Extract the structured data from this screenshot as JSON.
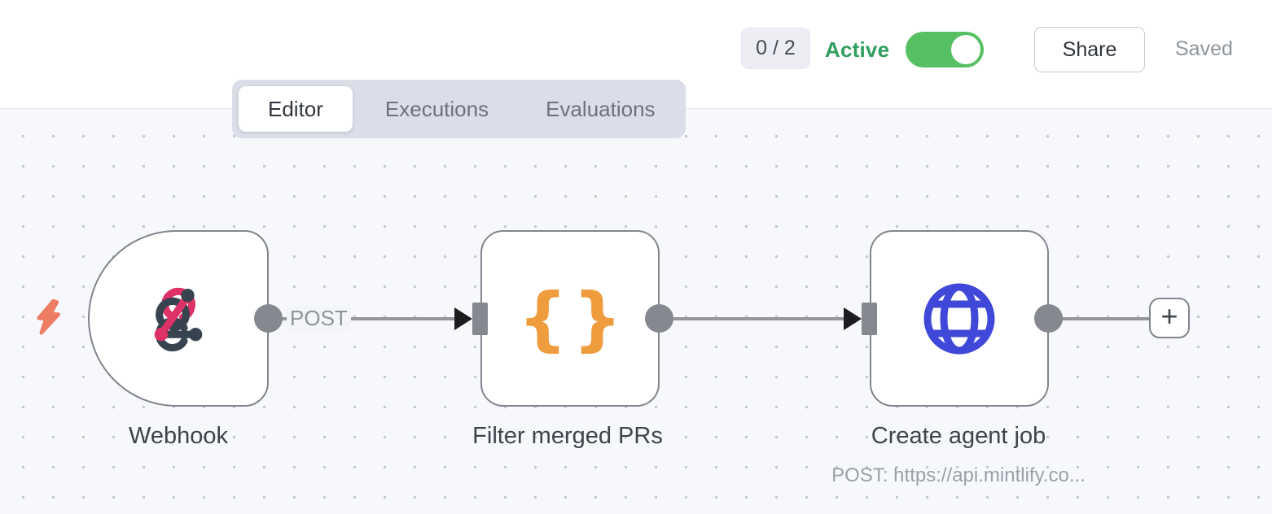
{
  "header": {
    "counter_badge": "0 / 2",
    "active_label": "Active",
    "active_state": "on",
    "share_label": "Share",
    "saved_label": "Saved"
  },
  "tabs": {
    "editor": "Editor",
    "executions": "Executions",
    "evaluations": "Evaluations",
    "selected": "Editor"
  },
  "workflow": {
    "nodes": [
      {
        "title": "Webhook",
        "icon": "webhook-icon",
        "shape": "trigger-rounded-left"
      },
      {
        "title": "Filter merged PRs",
        "icon": "code-braces-icon",
        "shape": "square"
      },
      {
        "title": "Create agent job",
        "icon": "globe-icon",
        "shape": "square",
        "subtitle": "POST: https://api.mintlify.co..."
      }
    ],
    "connections": [
      {
        "from": "Webhook",
        "to": "Filter merged PRs",
        "label": "POST"
      },
      {
        "from": "Filter merged PRs",
        "to": "Create agent job",
        "label": ""
      },
      {
        "from": "Create agent job",
        "to": "add-node-button",
        "label": ""
      }
    ],
    "add_node_label": "+"
  },
  "icons": {
    "code_glyph": "{}"
  },
  "colors": {
    "toggle_green": "#57c065",
    "active_text_green": "#2f9e5e",
    "webhook_pink": "#de3168",
    "webhook_dark": "#37434e",
    "code_orange": "#ef9c3f",
    "http_blue": "#3f48d8",
    "trigger_bolt_coral": "#ee7d64",
    "node_border_gray": "#82858d",
    "canvas_bg": "#f7f8fb"
  }
}
